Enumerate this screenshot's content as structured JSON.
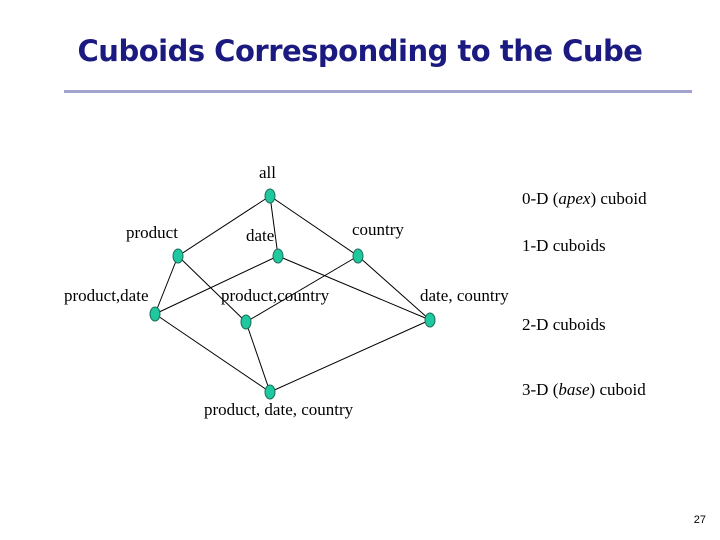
{
  "slide": {
    "title": "Cuboids Corresponding to the Cube",
    "page_number": "27"
  },
  "lattice": {
    "nodes": {
      "all": "all",
      "product": "product",
      "date": "date",
      "country": "country",
      "product_date": "product,date",
      "product_country": "product,country",
      "date_country": "date, country",
      "product_date_country": "product, date, country"
    },
    "levels": {
      "apex_prefix": "0-D (",
      "apex_em": "apex",
      "apex_suffix": ") cuboid",
      "one_d": "1-D cuboids",
      "two_d": "2-D cuboids",
      "base_prefix": "3-D (",
      "base_em": "base",
      "base_suffix": ") cuboid"
    },
    "node_color": "#20c8a0"
  }
}
